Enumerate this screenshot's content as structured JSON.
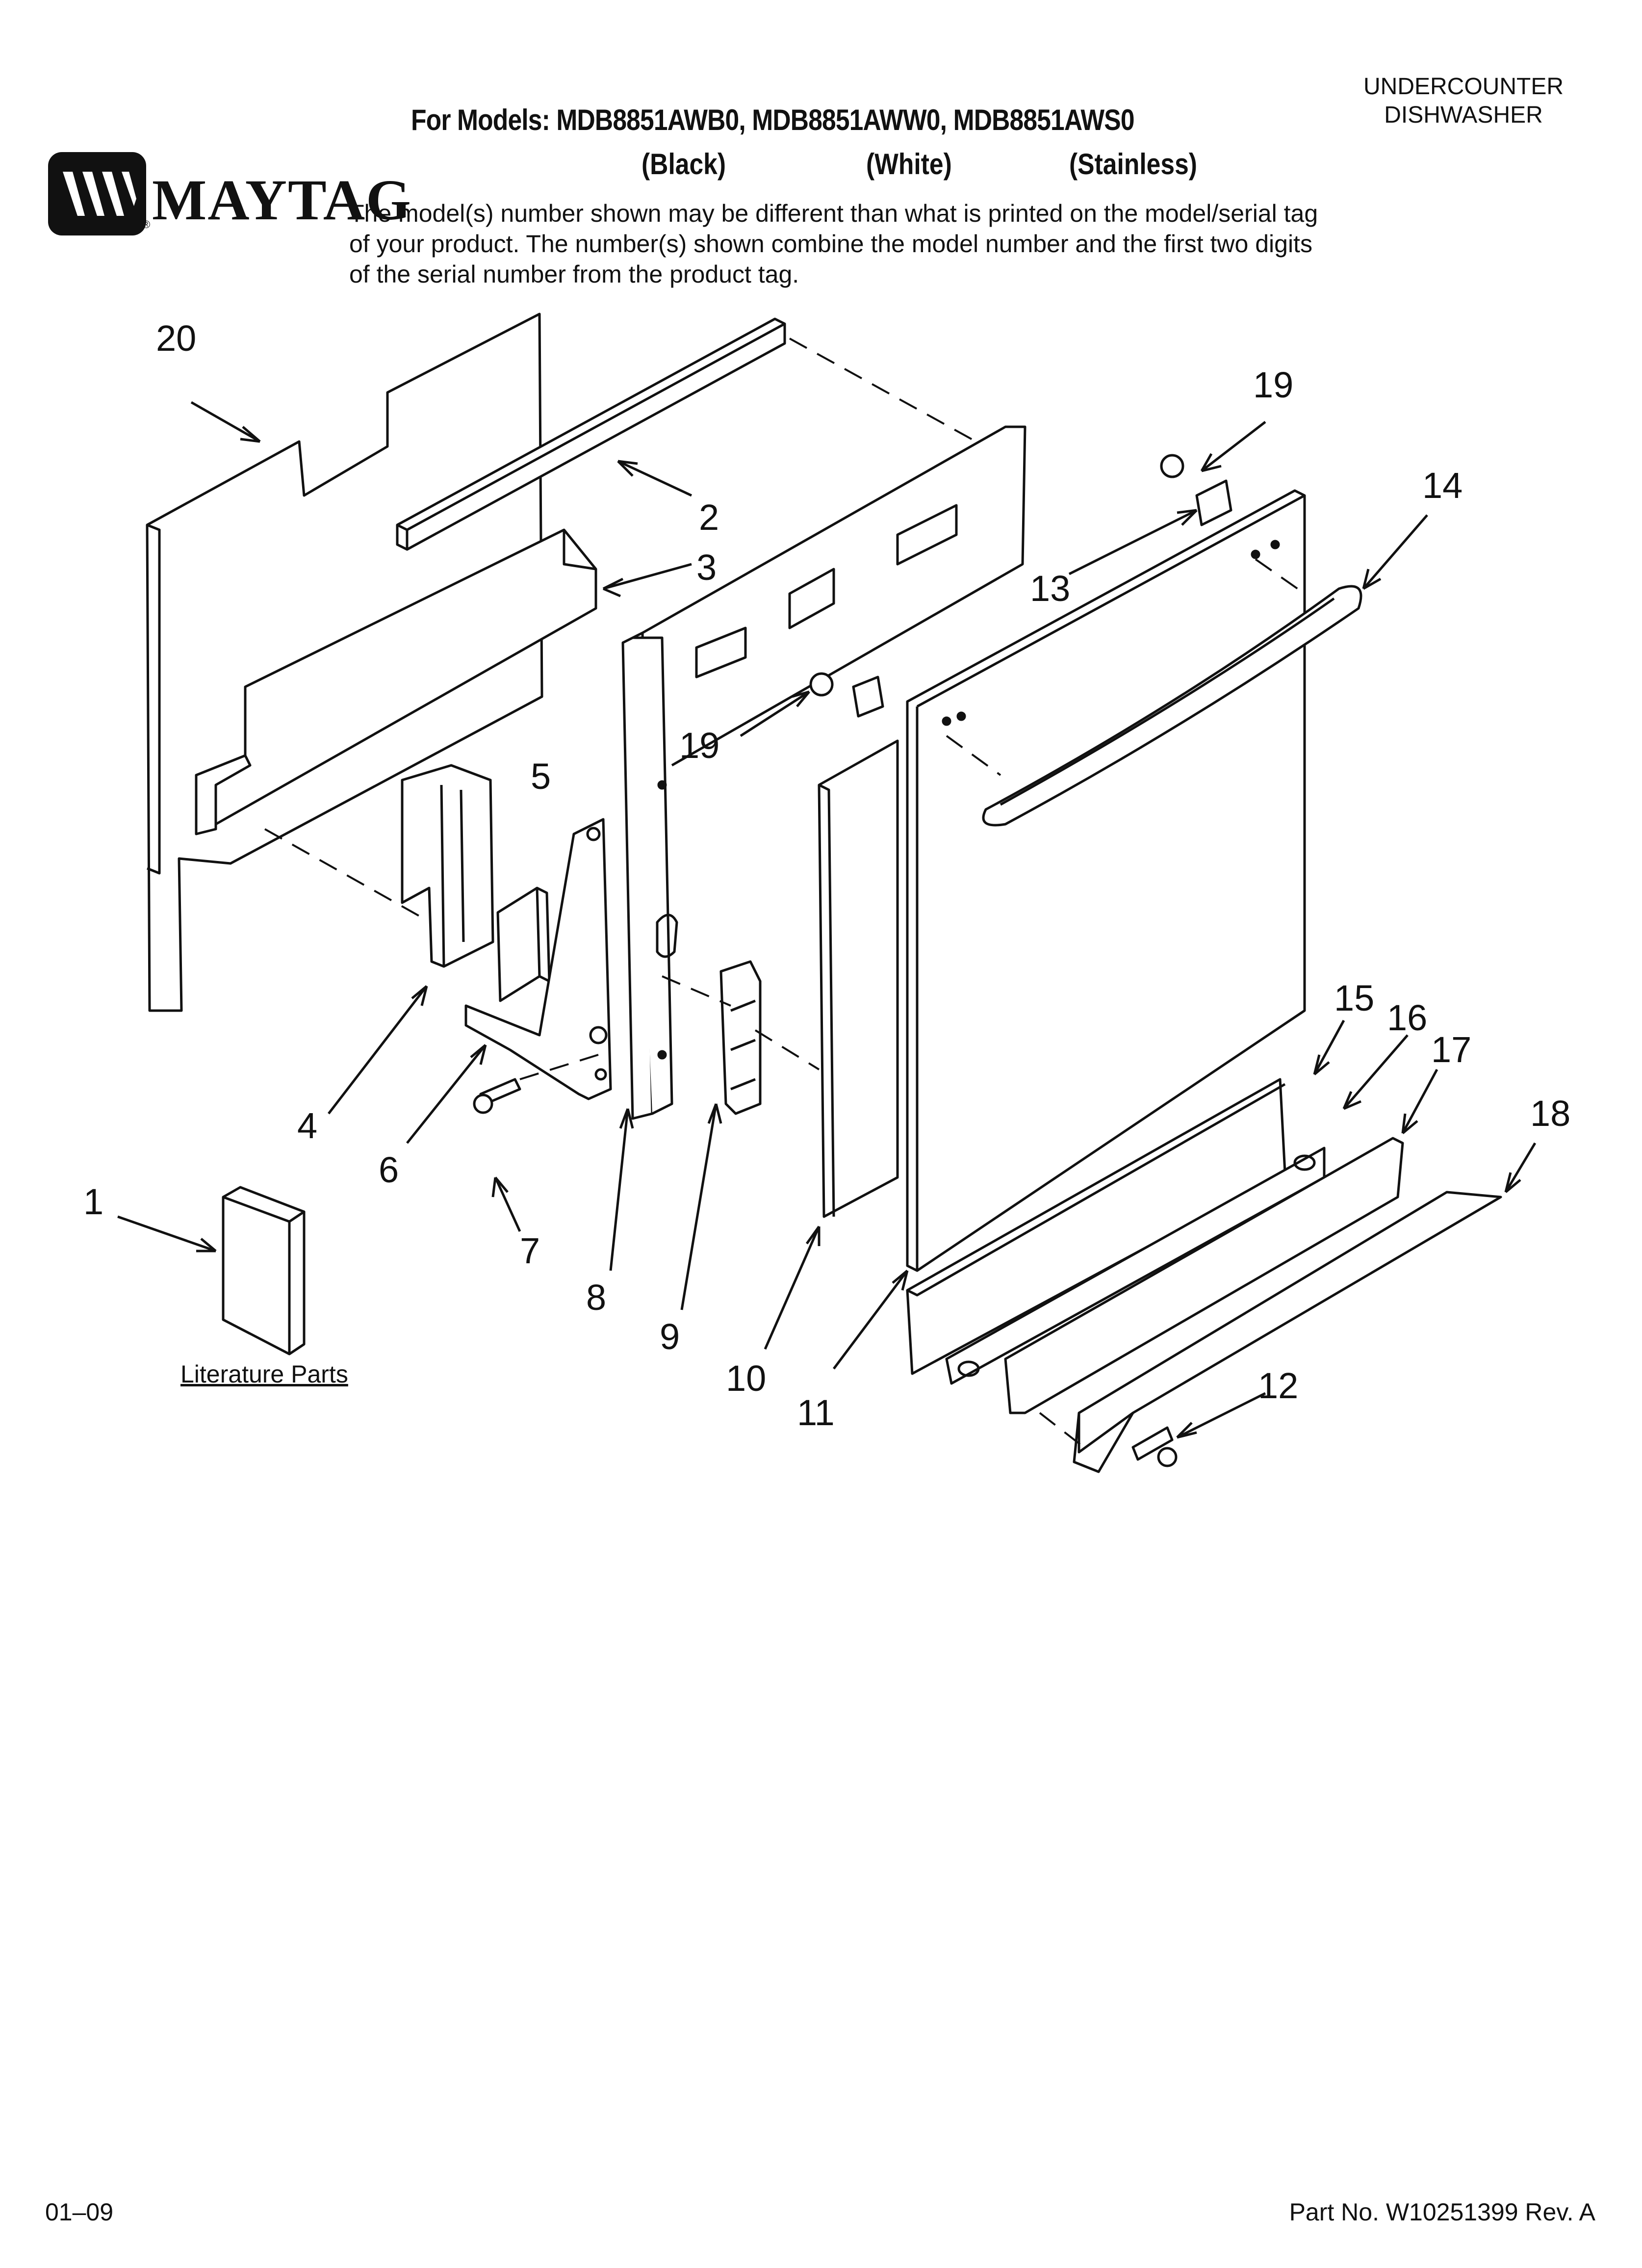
{
  "header": {
    "category_line1": "UNDERCOUNTER",
    "category_line2": "DISHWASHER",
    "models_line": "For Models: MDB8851AWB0, MDB8851AWW0, MDB8851AWS0",
    "variant_black": "(Black)",
    "variant_white": "(White)",
    "variant_stainless": "(Stainless)",
    "note": "The model(s) number shown may be different than what is printed on the model/serial tag of your product. The number(s) shown combine the model number and the first two digits of the serial number from the product tag."
  },
  "brand": {
    "logo": "MAYTAG",
    "registered": "®"
  },
  "diagram": {
    "callouts": [
      "20",
      "2",
      "3",
      "19",
      "14",
      "13",
      "19",
      "5",
      "4",
      "6",
      "7",
      "1",
      "8",
      "9",
      "10",
      "11",
      "15",
      "16",
      "17",
      "18",
      "12"
    ],
    "literature_label": "Literature Parts"
  },
  "footer": {
    "date_code": "01–09",
    "part_number": "Part No. W10251399 Rev. A"
  }
}
